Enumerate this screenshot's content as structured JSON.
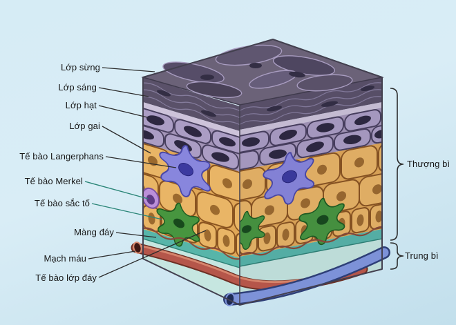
{
  "figure": {
    "description": "Skin layers anatomy diagram (epidermis and dermis), Vietnamese labels"
  },
  "labels_left": [
    {
      "id": "lop-sung",
      "text": "Lớp sừng"
    },
    {
      "id": "lop-sang",
      "text": "Lớp sáng"
    },
    {
      "id": "lop-hat",
      "text": "Lớp hạt"
    },
    {
      "id": "lop-gai",
      "text": "Lớp gai"
    },
    {
      "id": "te-bao-langerphans",
      "text": "Tế bào Langerphans"
    },
    {
      "id": "te-bao-merkel",
      "text": "Tế bào Merkel"
    },
    {
      "id": "te-bao-sac-to",
      "text": "Tế bào sắc tố"
    },
    {
      "id": "mang-day",
      "text": "Màng đáy"
    },
    {
      "id": "mach-mau",
      "text": "Mạch máu"
    },
    {
      "id": "te-bao-lop-day",
      "text": "Tế bào lớp đáy"
    }
  ],
  "labels_right": [
    {
      "id": "thuong-bi",
      "text": "Thượng bì"
    },
    {
      "id": "trung-bi",
      "text": "Trung bì"
    }
  ],
  "colors": {
    "background1": "#d6ecf5",
    "background2": "#c2dfec",
    "corneum": "#5a5169",
    "lucidum": "#cdc3da",
    "granular": "#a495b8",
    "granularCell": "#ab9dc4",
    "granularStroke": "#483f5e",
    "granularNucleus": "#2d2740",
    "spinous": "#e0a757",
    "spinousCell": "#e9b566",
    "spinousStroke": "#8a5420",
    "spinousNucleus": "#9c6a2e",
    "membrane": "#57b5a9",
    "dermis": "#c6e6e0",
    "langerhans": "#8886dd",
    "langerhansStroke": "#4a48a8",
    "melanocyte": "#47953f",
    "melanocyteStroke": "#1e5c20",
    "merkel": "#bb8fd9",
    "merkelStroke": "#7b4fa0",
    "vesselRed": "#b5564a",
    "vesselRedDark": "#6e2f24",
    "vesselBlue": "#7d92d8",
    "vesselBlueDark": "#2e3f77",
    "lineColor": "#2b2b2b",
    "tealLine": "#2a8577",
    "topFace": "#6b6278"
  }
}
